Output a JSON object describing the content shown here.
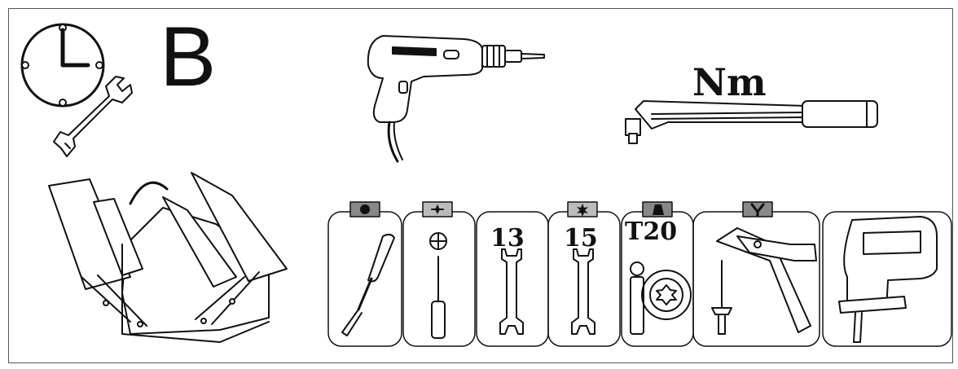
{
  "sheet": {
    "category_letter": "B",
    "torque_unit": "Nm",
    "tools": [
      {
        "name": "flat-screwdriver",
        "tip_symbol": "dot",
        "label": ""
      },
      {
        "name": "phillips-screwdriver",
        "tip_symbol": "star",
        "label": "⊕"
      },
      {
        "name": "wrench-13",
        "tip_symbol": "",
        "label": "13"
      },
      {
        "name": "wrench-15",
        "tip_symbol": "star",
        "label": "15"
      },
      {
        "name": "torx-t20",
        "tip_symbol": "trapezoid",
        "label": "T20"
      },
      {
        "name": "rivet-gun",
        "tip_symbol": "fork",
        "label": ""
      },
      {
        "name": "jigsaw",
        "tip_symbol": "",
        "label": ""
      }
    ]
  }
}
